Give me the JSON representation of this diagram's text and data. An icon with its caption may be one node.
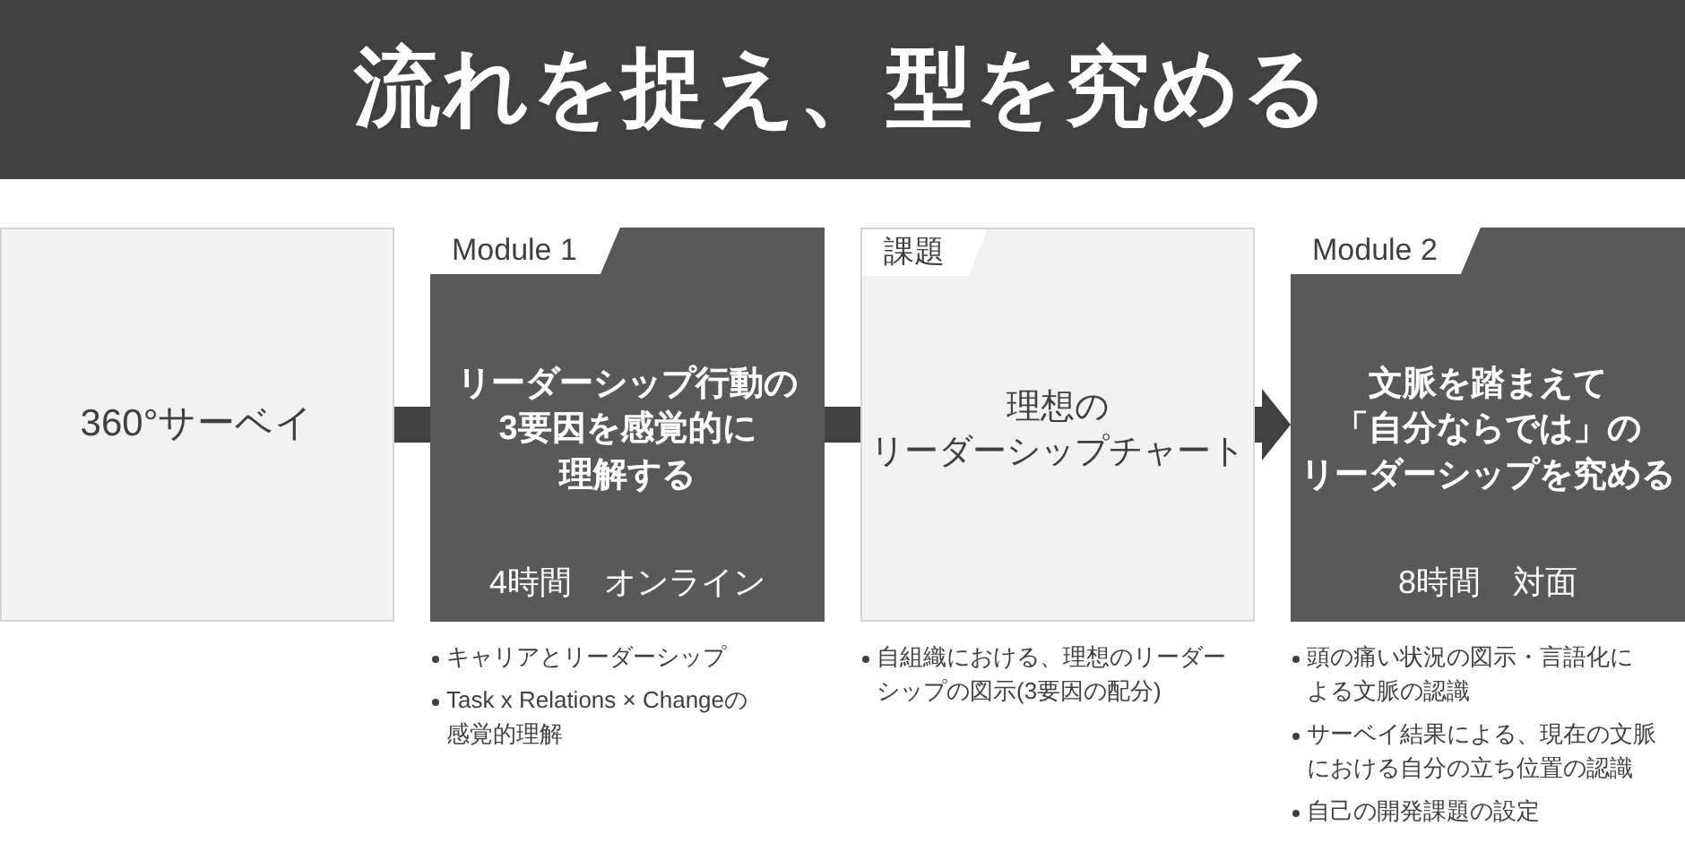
{
  "diagram": {
    "title": "流れを捉え、型を究める",
    "nodes": [
      {
        "text": [
          "360°サーベイ"
        ]
      },
      {
        "text": [
          "Module 1",
          "リーダーシップ行動の3要因を感覚的に理解する",
          "4時間　オンライン"
        ],
        "beside": [
          "キャリアとリーダーシップ",
          "Task x Relations × Changeの感覚的理解"
        ]
      },
      {
        "text": [
          "課題",
          "理想のリーダーシップチャート"
        ],
        "beside": [
          "自組織における、理想のリーダーシップの図示(3要因の配分)"
        ]
      },
      {
        "text": [
          "Module 2",
          "文脈を踏まえて「自分ならでは」のリーダーシップを究める",
          "8時間　対面"
        ],
        "beside": [
          "頭の痛い状況の図示・言語化による文脈の認識",
          "サーベイ結果による、現在の文脈における自分の立ち位置の認識",
          "自己の開発課題の設定"
        ]
      }
    ],
    "edges": [
      {
        "from": 0,
        "to": 1,
        "arrow": "none"
      },
      {
        "from": 1,
        "to": 2,
        "arrow": "none"
      },
      {
        "from": 2,
        "to": 3,
        "arrow": "to"
      }
    ]
  }
}
